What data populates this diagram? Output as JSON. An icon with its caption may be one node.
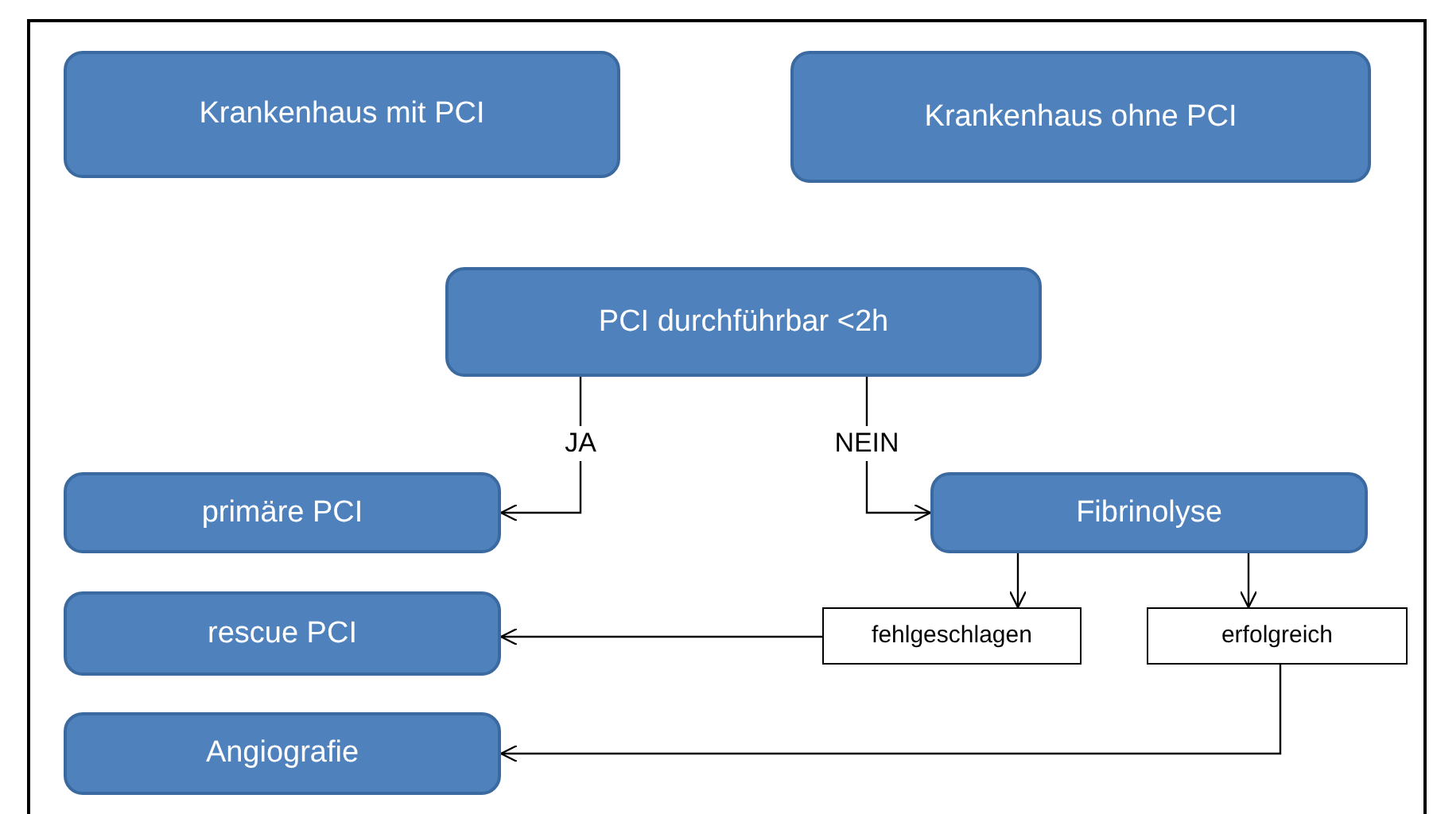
{
  "diagram": {
    "nodes": [
      {
        "text": [
          "Krankenhaus mit PCI"
        ]
      },
      {
        "text": [
          "Krankenhaus ohne PCI"
        ]
      },
      {
        "text": [
          "PCI durchführbar <2h"
        ]
      },
      {
        "text": [
          "primäre PCI"
        ]
      },
      {
        "text": [
          "Fibrinolyse"
        ]
      },
      {
        "text": [
          "rescue PCI"
        ]
      },
      {
        "text": [
          "fehlgeschlagen"
        ]
      },
      {
        "text": [
          "erfolgreich"
        ]
      },
      {
        "text": [
          "Angiografie"
        ]
      }
    ],
    "edges": [
      {
        "from": 2,
        "to": 3,
        "arrow": "to",
        "label": "JA"
      },
      {
        "from": 2,
        "to": 4,
        "arrow": "to",
        "label": "NEIN"
      },
      {
        "from": 4,
        "to": 6,
        "arrow": "to"
      },
      {
        "from": 4,
        "to": 7,
        "arrow": "to"
      },
      {
        "from": 6,
        "to": 5,
        "arrow": "to"
      },
      {
        "from": 7,
        "to": 8,
        "arrow": "to"
      }
    ]
  }
}
